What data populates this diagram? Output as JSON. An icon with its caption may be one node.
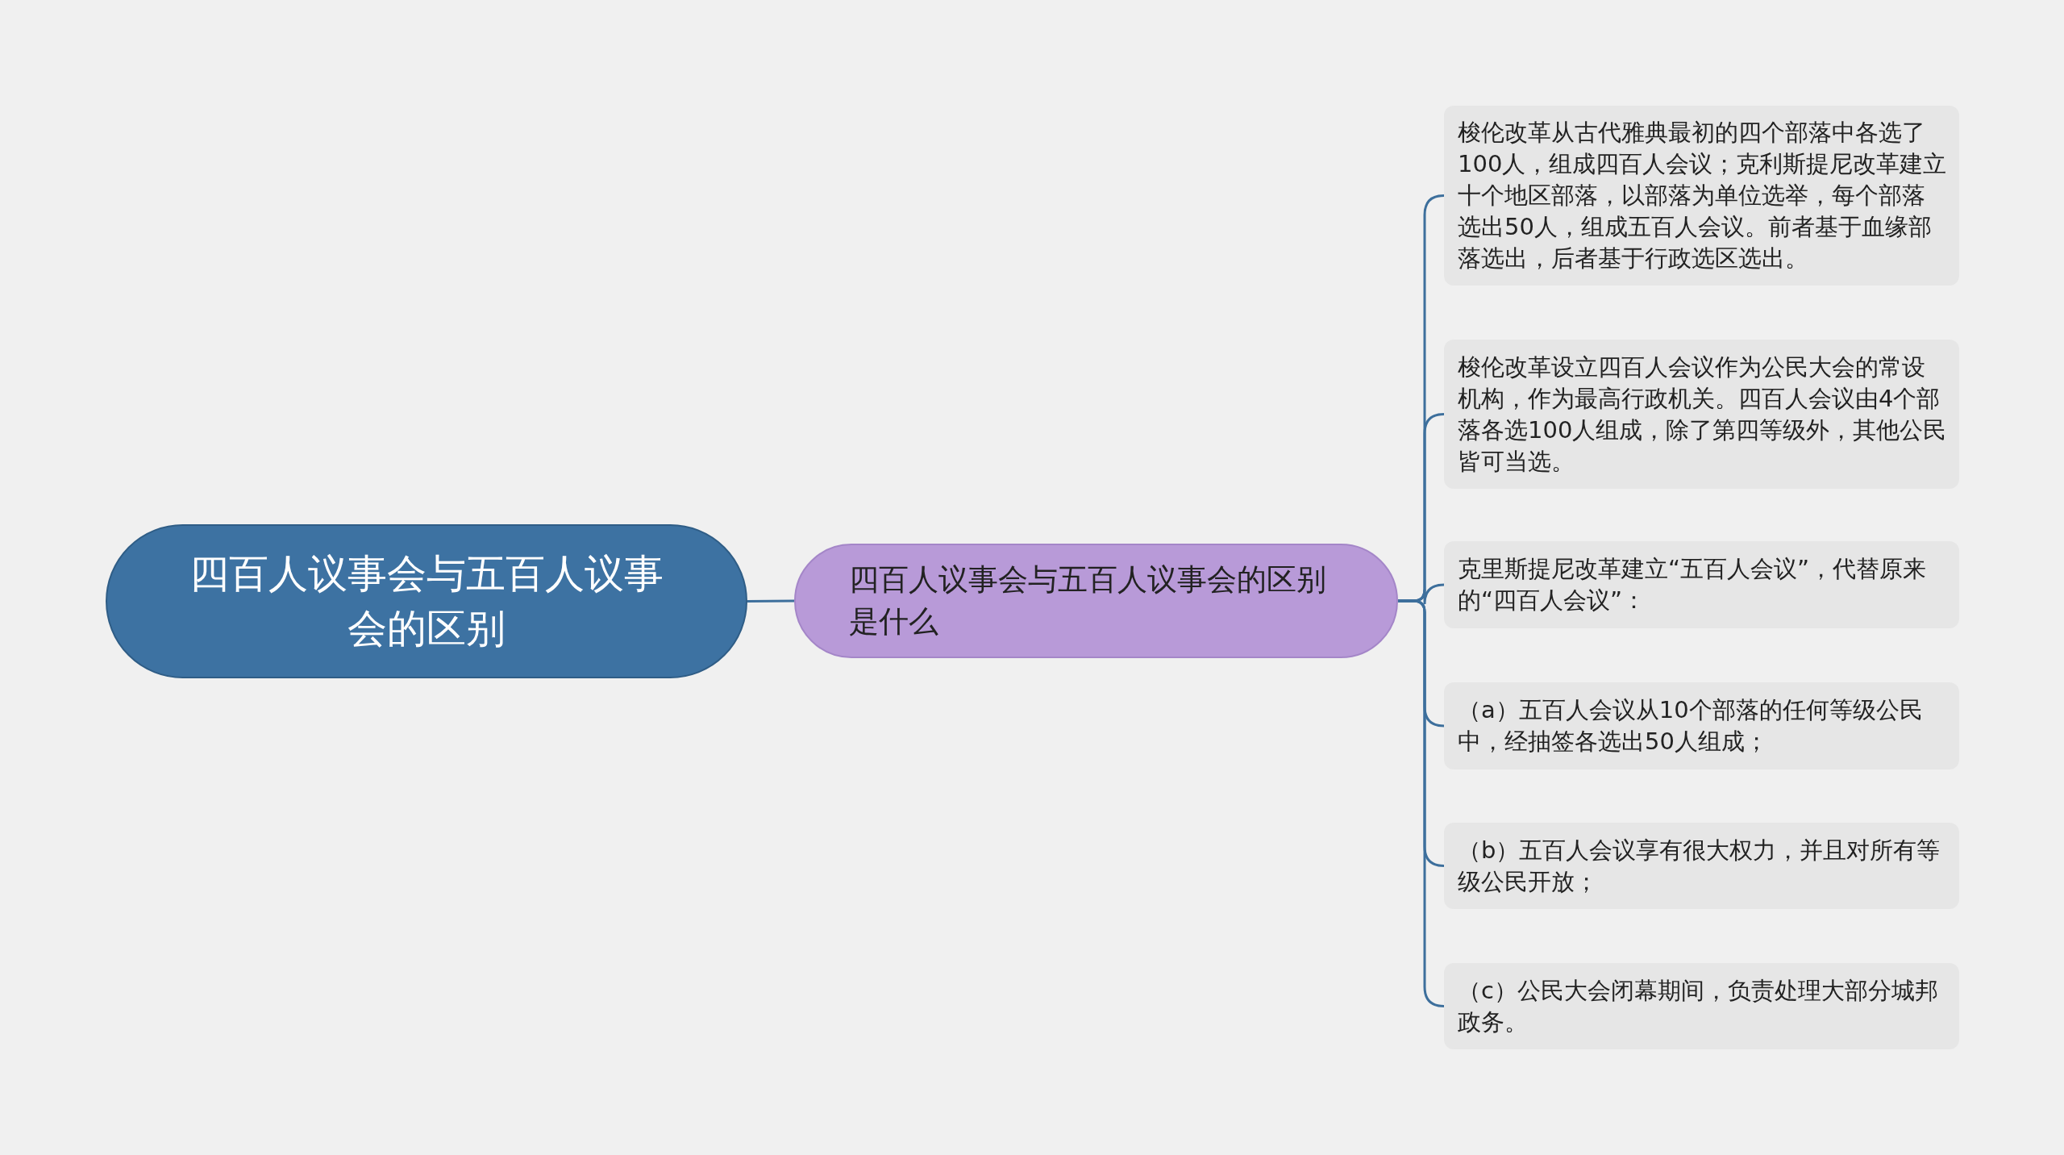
{
  "diagram": {
    "nodes": [
      {
        "text": [
          "四百人议事会与五百人议事会的区别"
        ]
      },
      {
        "text": [
          "四百人议事会与五百人议事会的区别是什么"
        ]
      },
      {
        "text": [
          "梭伦改革从古代雅典最初的四个部落中各选了100人，组成四百人会议；克利斯提尼改革建立十个地区部落，以部落为单位选举，每个部落选出50人，组成五百人会议。前者基于血缘部落选出，后者基于行政选区选出。"
        ]
      },
      {
        "text": [
          "梭伦改革设立四百人会议作为公民大会的常设机构，作为最高行政机关。四百人会议由4个部落各选100人组成，除了第四等级外，其他公民皆可当选。"
        ]
      },
      {
        "text": [
          "克里斯提尼改革建立“五百人会议”，代替原来的“四百人会议”："
        ]
      },
      {
        "text": [
          "（a）五百人会议从10个部落的任何等级公民中，经抽签各选出50人组成；"
        ]
      },
      {
        "text": [
          "（b）五百人会议享有很大权力，并且对所有等级公民开放；"
        ]
      },
      {
        "text": [
          "（c）公民大会闭幕期间，负责处理大部分城邦政务。"
        ]
      }
    ],
    "edges": [
      {
        "from": 0,
        "to": 1,
        "arrow": "none"
      },
      {
        "from": 1,
        "to": 2,
        "arrow": "none"
      },
      {
        "from": 1,
        "to": 3,
        "arrow": "none"
      },
      {
        "from": 1,
        "to": 4,
        "arrow": "none"
      },
      {
        "from": 1,
        "to": 5,
        "arrow": "none"
      },
      {
        "from": 1,
        "to": 6,
        "arrow": "none"
      },
      {
        "from": 1,
        "to": 7,
        "arrow": "none"
      }
    ]
  }
}
